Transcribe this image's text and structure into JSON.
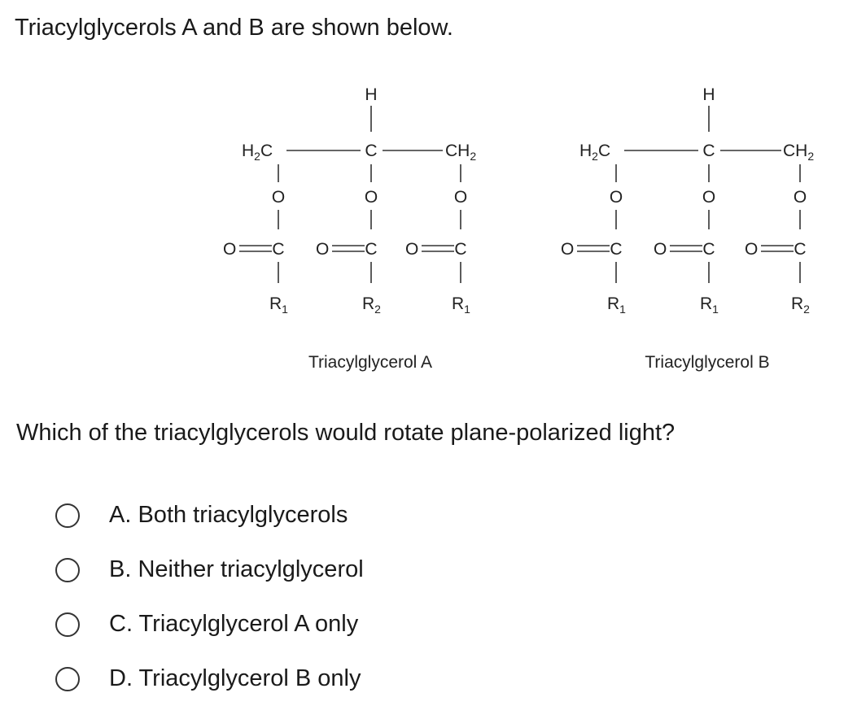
{
  "intro_text": "Triacylglycerols A and B are shown below.",
  "structures": {
    "A": {
      "caption": "Triacylglycerol A",
      "r_groups": [
        "R1",
        "R2",
        "R1"
      ]
    },
    "B": {
      "caption": "Triacylglycerol B",
      "r_groups": [
        "R1",
        "R1",
        "R2"
      ]
    }
  },
  "question_text": "Which of the triacylglycerols would rotate plane-polarized light?",
  "choices": [
    {
      "letter": "A.",
      "text": "Both triacylglycerols"
    },
    {
      "letter": "B.",
      "text": "Neither triacylglycerol"
    },
    {
      "letter": "C.",
      "text": "Triacylglycerol A only"
    },
    {
      "letter": "D.",
      "text": "Triacylglycerol B only"
    }
  ]
}
